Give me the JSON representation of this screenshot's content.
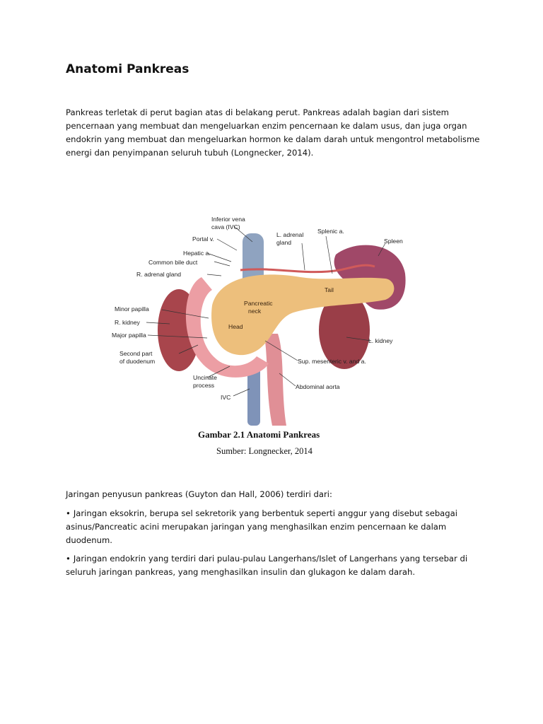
{
  "document": {
    "title": "Anatomi Pankreas",
    "intro": "Pankreas terletak di perut bagian atas di belakang perut. Pankreas adalah bagian dari sistem pencernaan yang membuat dan mengeluarkan enzim pencernaan ke dalam usus, dan juga organ endokrin yang membuat dan mengeluarkan hormon ke dalam darah untuk mengontrol metabolisme energi dan penyimpanan seluruh tubuh (Longnecker, 2014).",
    "figure": {
      "labels": {
        "ivc_top": "Inferior vena",
        "ivc_top2": "cava (IVC)",
        "portal": "Portal v.",
        "hepatic": "Hepatic a.",
        "bile": "Common bile duct",
        "radrenal": "R. adrenal gland",
        "minor": "Minor papilla",
        "rkidney": "R. kidney",
        "major": "Major papilla",
        "second": "Second part",
        "second2": "of duodenum",
        "uncinate": "Uncinate",
        "uncinate2": "process",
        "ivc_bottom": "IVC",
        "ladrenal": "L. adrenal",
        "ladrenal2": "gland",
        "splenic": "Splenic a.",
        "spleen": "Spleen",
        "tail": "Tail",
        "neck": "Pancreatic",
        "neck2": "neck",
        "head": "Head",
        "lkidney": "L. kidney",
        "supmes": "Sup. mesenteric v. and a.",
        "aorta": "Abdominal aorta"
      },
      "caption": "Gambar 2.1 Anatomi Pankreas",
      "source": "Sumber: Longnecker, 2014"
    },
    "lead": "Jaringan penyusun pankreas (Guyton dan Hall, 2006) terdiri dari:",
    "bullet_symbol": "•",
    "bullet1": "Jaringan eksokrin, berupa sel sekretorik yang berbentuk seperti anggur yang disebut sebagai asinus/Pancreatic acini merupakan jaringan yang menghasilkan enzim pencernaan ke dalam duodenum.",
    "bullet2": "Jaringan endokrin yang terdiri dari pulau-pulau Langerhans/Islet of Langerhans yang tersebar di seluruh jaringan pankreas, yang menghasilkan insulin dan glukagon ke dalam darah."
  }
}
